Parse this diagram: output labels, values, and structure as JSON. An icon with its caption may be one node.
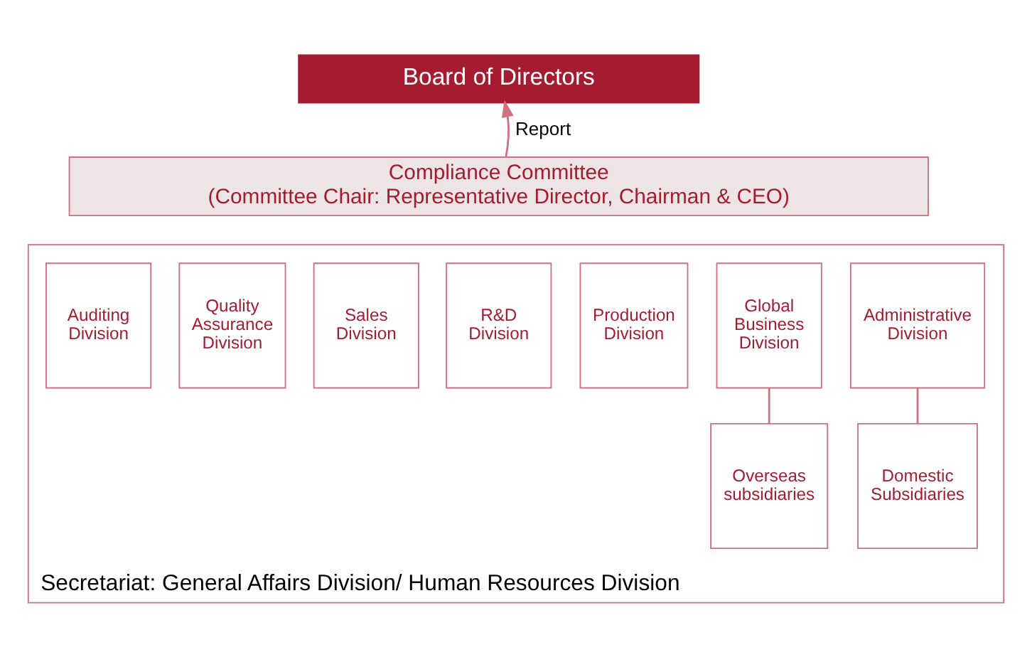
{
  "diagram": {
    "nodes": [
      {
        "text": [
          "Board of Directors"
        ]
      },
      {
        "text": [
          "Compliance Committee",
          "(Committee Chair: Representative Director, Chairman & CEO)"
        ]
      },
      {
        "text": [
          "Secretariat: General Affairs Division/ Human Resources Division"
        ]
      },
      {
        "text": [
          "Auditing Division"
        ],
        "in": 2
      },
      {
        "text": [
          "Quality Assurance Division"
        ],
        "in": 2
      },
      {
        "text": [
          "Sales Division"
        ],
        "in": 2
      },
      {
        "text": [
          "R&D Division"
        ],
        "in": 2
      },
      {
        "text": [
          "Production Division"
        ],
        "in": 2
      },
      {
        "text": [
          "Global Business Division"
        ],
        "in": 2
      },
      {
        "text": [
          "Administrative Division"
        ],
        "in": 2
      },
      {
        "text": [
          "Overseas subsidiaries"
        ],
        "in": 2
      },
      {
        "text": [
          "Domestic Subsidiaries"
        ],
        "in": 2
      }
    ],
    "edges": [
      {
        "from": 1,
        "to": 0,
        "arrow": "to",
        "label": "Report"
      },
      {
        "from": 8,
        "to": 10,
        "arrow": "none"
      },
      {
        "from": 9,
        "to": 11,
        "arrow": "none"
      }
    ]
  }
}
